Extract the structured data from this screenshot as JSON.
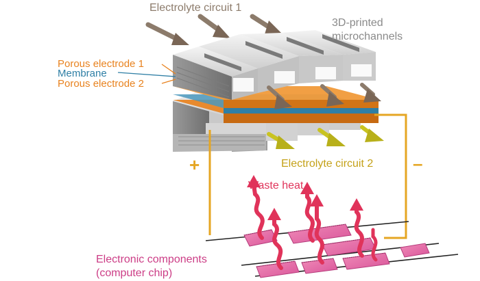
{
  "labels": {
    "electrolyte_circuit_1": "Electrolyte circuit 1",
    "microchannels_line1": "3D-printed",
    "microchannels_line2": "microchannels",
    "porous_electrode_1": "Porous electrode 1",
    "membrane": "Membrane",
    "porous_electrode_2": "Porous electrode 2",
    "plus": "+",
    "minus": "–",
    "electrolyte_circuit_2": "Electrolyte circuit 2",
    "waste_heat": "Waste heat",
    "electronic_components_line1": "Electronic components",
    "electronic_components_line2": "(computer chip)"
  },
  "colors": {
    "electrolyte_1": "#8c7b6b",
    "microchannels": "#8a8a8a",
    "electrode": "#e8821e",
    "membrane": "#2f7fa5",
    "wire": "#e5a623",
    "electrolyte_2": "#c9c320",
    "heat": "#e0335a",
    "components": "#cc3d86"
  }
}
